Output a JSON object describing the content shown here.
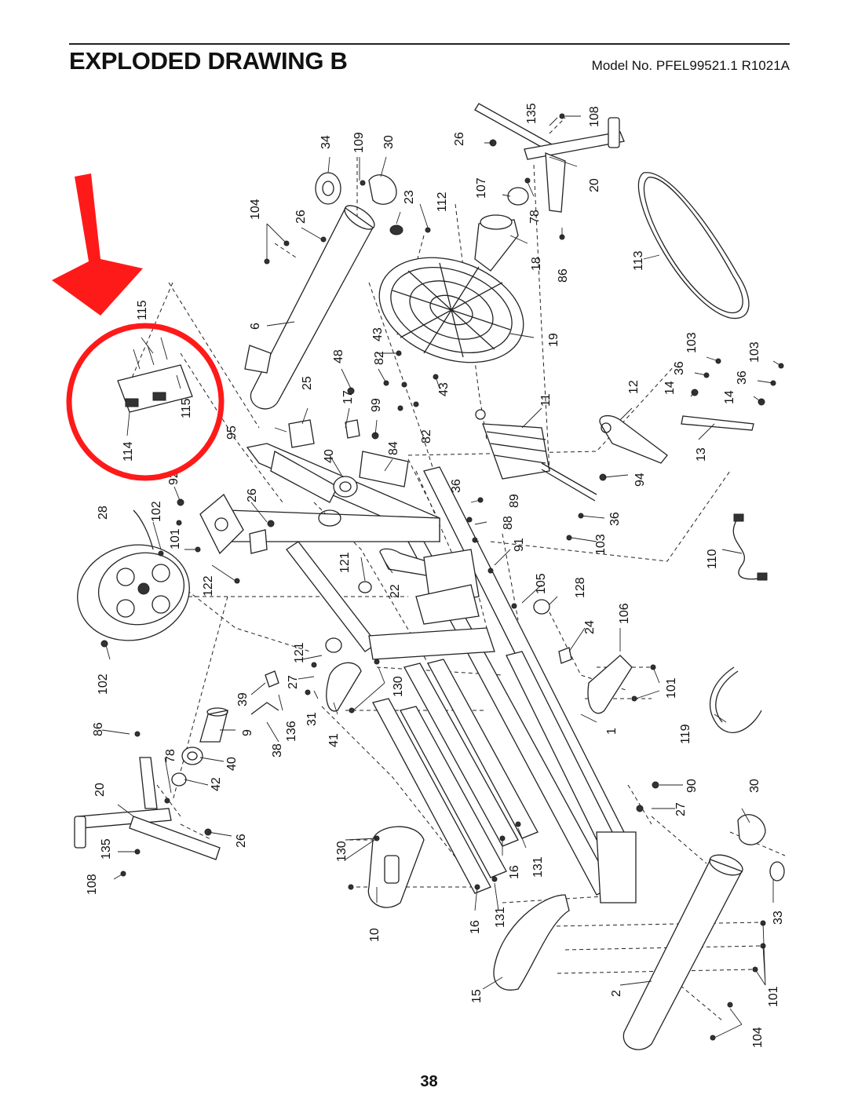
{
  "header": {
    "title": "EXPLODED DRAWING B",
    "model": "Model No. PFEL99521.1 R1021A"
  },
  "footer": {
    "page_number": "38"
  },
  "annotation": {
    "arrow_color": "#ff1a1a",
    "circle_color": "#ff1a1a"
  },
  "labels": {
    "p135a": "135",
    "p108a": "108",
    "p26a": "26",
    "p20a": "20",
    "p107": "107",
    "p78a": "78",
    "p86a": "86",
    "p18": "18",
    "p34": "34",
    "p109": "109",
    "p30a": "30",
    "p23": "23",
    "p112": "112",
    "p104a": "104",
    "p26b": "26",
    "p6": "6",
    "p113": "113",
    "p19": "19",
    "p43a": "43",
    "p82a": "82",
    "p48": "48",
    "p99": "99",
    "p43b": "43",
    "p82b": "82",
    "p25": "25",
    "p17": "17",
    "p95": "95",
    "p84": "84",
    "p40a": "40",
    "p11": "11",
    "p12": "12",
    "p14a": "14",
    "p36a": "36",
    "p103a": "103",
    "p14b": "14",
    "p36b": "36",
    "p103b": "103",
    "p13": "13",
    "p115a": "115",
    "p115b": "115",
    "p114": "114",
    "p92": "92",
    "p28": "28",
    "p102a": "102",
    "p101a": "101",
    "p26c": "26",
    "p122": "122",
    "p121a": "121",
    "p36c": "36",
    "p89": "89",
    "p88": "88",
    "p94": "94",
    "p36d": "36",
    "p103c": "103",
    "p91": "91",
    "p22": "22",
    "p105": "105",
    "p128": "128",
    "p110": "110",
    "p102b": "102",
    "p24": "24",
    "p106": "106",
    "p101b": "101",
    "p121b": "121",
    "p27a": "27",
    "p39": "39",
    "p130a": "130",
    "p31": "31",
    "p136": "136",
    "p38": "38",
    "p41": "41",
    "p9": "9",
    "p86b": "86",
    "p78b": "78",
    "p40b": "40",
    "p42": "42",
    "p119": "119",
    "p1": "1",
    "p90": "90",
    "p27b": "27",
    "p30b": "30",
    "p20b": "20",
    "p26d": "26",
    "p135b": "135",
    "p108b": "108",
    "p130b": "130",
    "p16a": "16",
    "p131a": "131",
    "p10": "10",
    "p16b": "16",
    "p131b": "131",
    "p33": "33",
    "p15": "15",
    "p2": "2",
    "p101c": "101",
    "p104b": "104"
  }
}
